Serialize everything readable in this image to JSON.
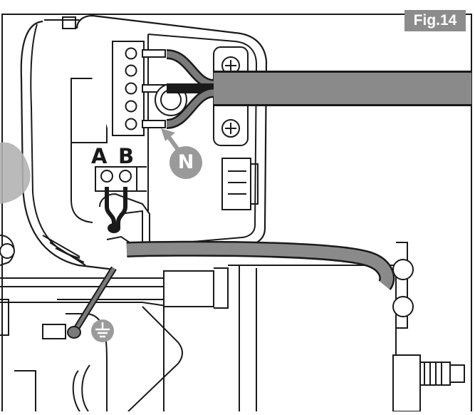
{
  "figure": {
    "badge": "Fig.14",
    "terminal_label_a": "A",
    "terminal_label_b": "B",
    "callout_label": "N",
    "ground_icon": "ground-symbol-icon"
  },
  "colors": {
    "line": "#1a1a1a",
    "cable": "#8a8a8a",
    "badge_bg": "#8c8c8c",
    "callout_bg": "#9a9a9a",
    "background": "#ffffff"
  }
}
